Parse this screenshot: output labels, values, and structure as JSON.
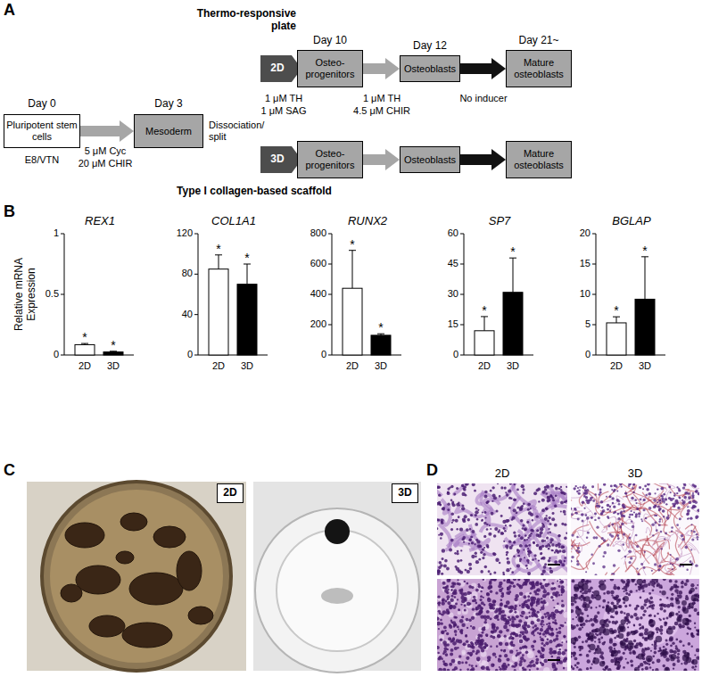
{
  "diagram": {
    "nodes": [
      {
        "text": [
          "Pluripotent stem cells"
        ]
      },
      {
        "text": [
          "Mesoderm"
        ]
      },
      {
        "text": [
          "2D"
        ]
      },
      {
        "text": [
          "Osteo-progenitors"
        ]
      },
      {
        "text": [
          "Osteoblasts"
        ]
      },
      {
        "text": [
          "Mature osteoblasts"
        ]
      },
      {
        "text": [
          "3D"
        ]
      },
      {
        "text": [
          "Osteo-progenitors"
        ]
      },
      {
        "text": [
          "Osteoblasts"
        ]
      },
      {
        "text": [
          "Mature osteoblasts"
        ]
      },
      {
        "text": [
          "2D"
        ]
      },
      {
        "text": [
          "3D"
        ]
      }
    ],
    "edges": [
      {
        "from": 0,
        "to": 1,
        "arrow": "to"
      },
      {
        "from": 3,
        "to": 4,
        "arrow": "to"
      },
      {
        "from": 4,
        "to": 5,
        "arrow": "to"
      },
      {
        "from": 7,
        "to": 8,
        "arrow": "to"
      },
      {
        "from": 8,
        "to": 9,
        "arrow": "to"
      }
    ],
    "labels": [
      "A",
      "Thermo-responsive plate",
      "Day 0",
      "Day 3",
      "Day 10",
      "Day 12",
      "Day 21~",
      "E8/VTN",
      "5 μM Cyc",
      "20 μM CHIR",
      "Dissociation/ split",
      "1 μM TH",
      "1 μM SAG",
      "1 μM TH",
      "4.5 μM CHIR",
      "No inducer",
      "Type I collagen-based scaffold",
      "B",
      "Relative mRNA Expression",
      "REX1",
      "0",
      "0.5",
      "1",
      "2D",
      "3D",
      "*",
      "*",
      "COL1A1",
      "0",
      "40",
      "80",
      "120",
      "2D",
      "3D",
      "*",
      "*",
      "RUNX2",
      "0",
      "200",
      "400",
      "600",
      "800",
      "2D",
      "3D",
      "*",
      "*",
      "SP7",
      "0",
      "15",
      "30",
      "45",
      "60",
      "2D",
      "3D",
      "*",
      "*",
      "BGLAP",
      "0",
      "5",
      "10",
      "15",
      "20",
      "2D",
      "3D",
      "*",
      "*",
      "C",
      "D",
      "2D",
      "3D"
    ]
  }
}
